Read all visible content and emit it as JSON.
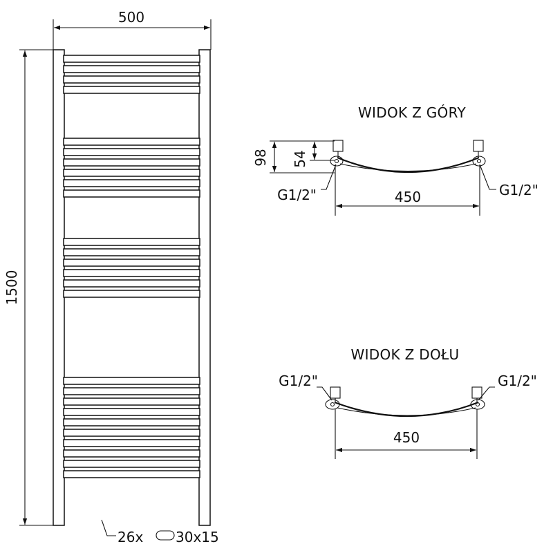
{
  "front_view": {
    "width_label": "500",
    "height_label": "1500",
    "tube_count_label": "26x",
    "tube_size_label": "30x15",
    "bar_count": 26,
    "bar_groups": [
      4,
      6,
      6,
      10
    ]
  },
  "top_view": {
    "title": "WIDOK Z GÓRY",
    "depth_label": "98",
    "axis_depth_label": "54",
    "connection_left": "G1/2\"",
    "connection_right": "G1/2\"",
    "spacing_label": "450"
  },
  "bottom_view": {
    "title": "WIDOK Z DOŁU",
    "connection_left": "G1/2\"",
    "connection_right": "G1/2\"",
    "spacing_label": "450"
  }
}
